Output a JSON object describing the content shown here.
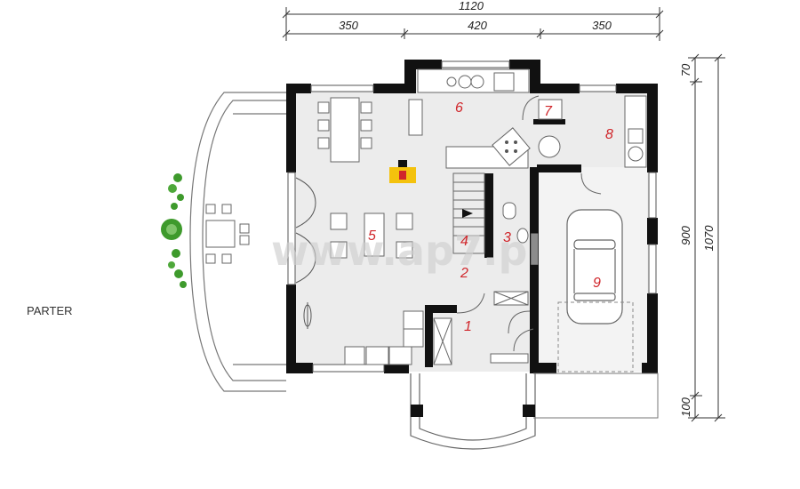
{
  "floor_label": "PARTER",
  "watermark": "www.ap7.pl",
  "dimensions": {
    "overall_width": "1120",
    "segment_left": "350",
    "segment_middle": "420",
    "segment_right": "350",
    "right_top": "70",
    "right_mid": "900",
    "right_total": "1070",
    "right_bottom": "100"
  },
  "rooms": [
    {
      "num": "1"
    },
    {
      "num": "2"
    },
    {
      "num": "3"
    },
    {
      "num": "4"
    },
    {
      "num": "5"
    },
    {
      "num": "6"
    },
    {
      "num": "7"
    },
    {
      "num": "8"
    },
    {
      "num": "9"
    }
  ],
  "colors": {
    "wall": "#111111",
    "floor": "#ececec",
    "room_number": "#d0262b",
    "fireplace": "#f4c20d",
    "plant": "#3e9a2c"
  }
}
